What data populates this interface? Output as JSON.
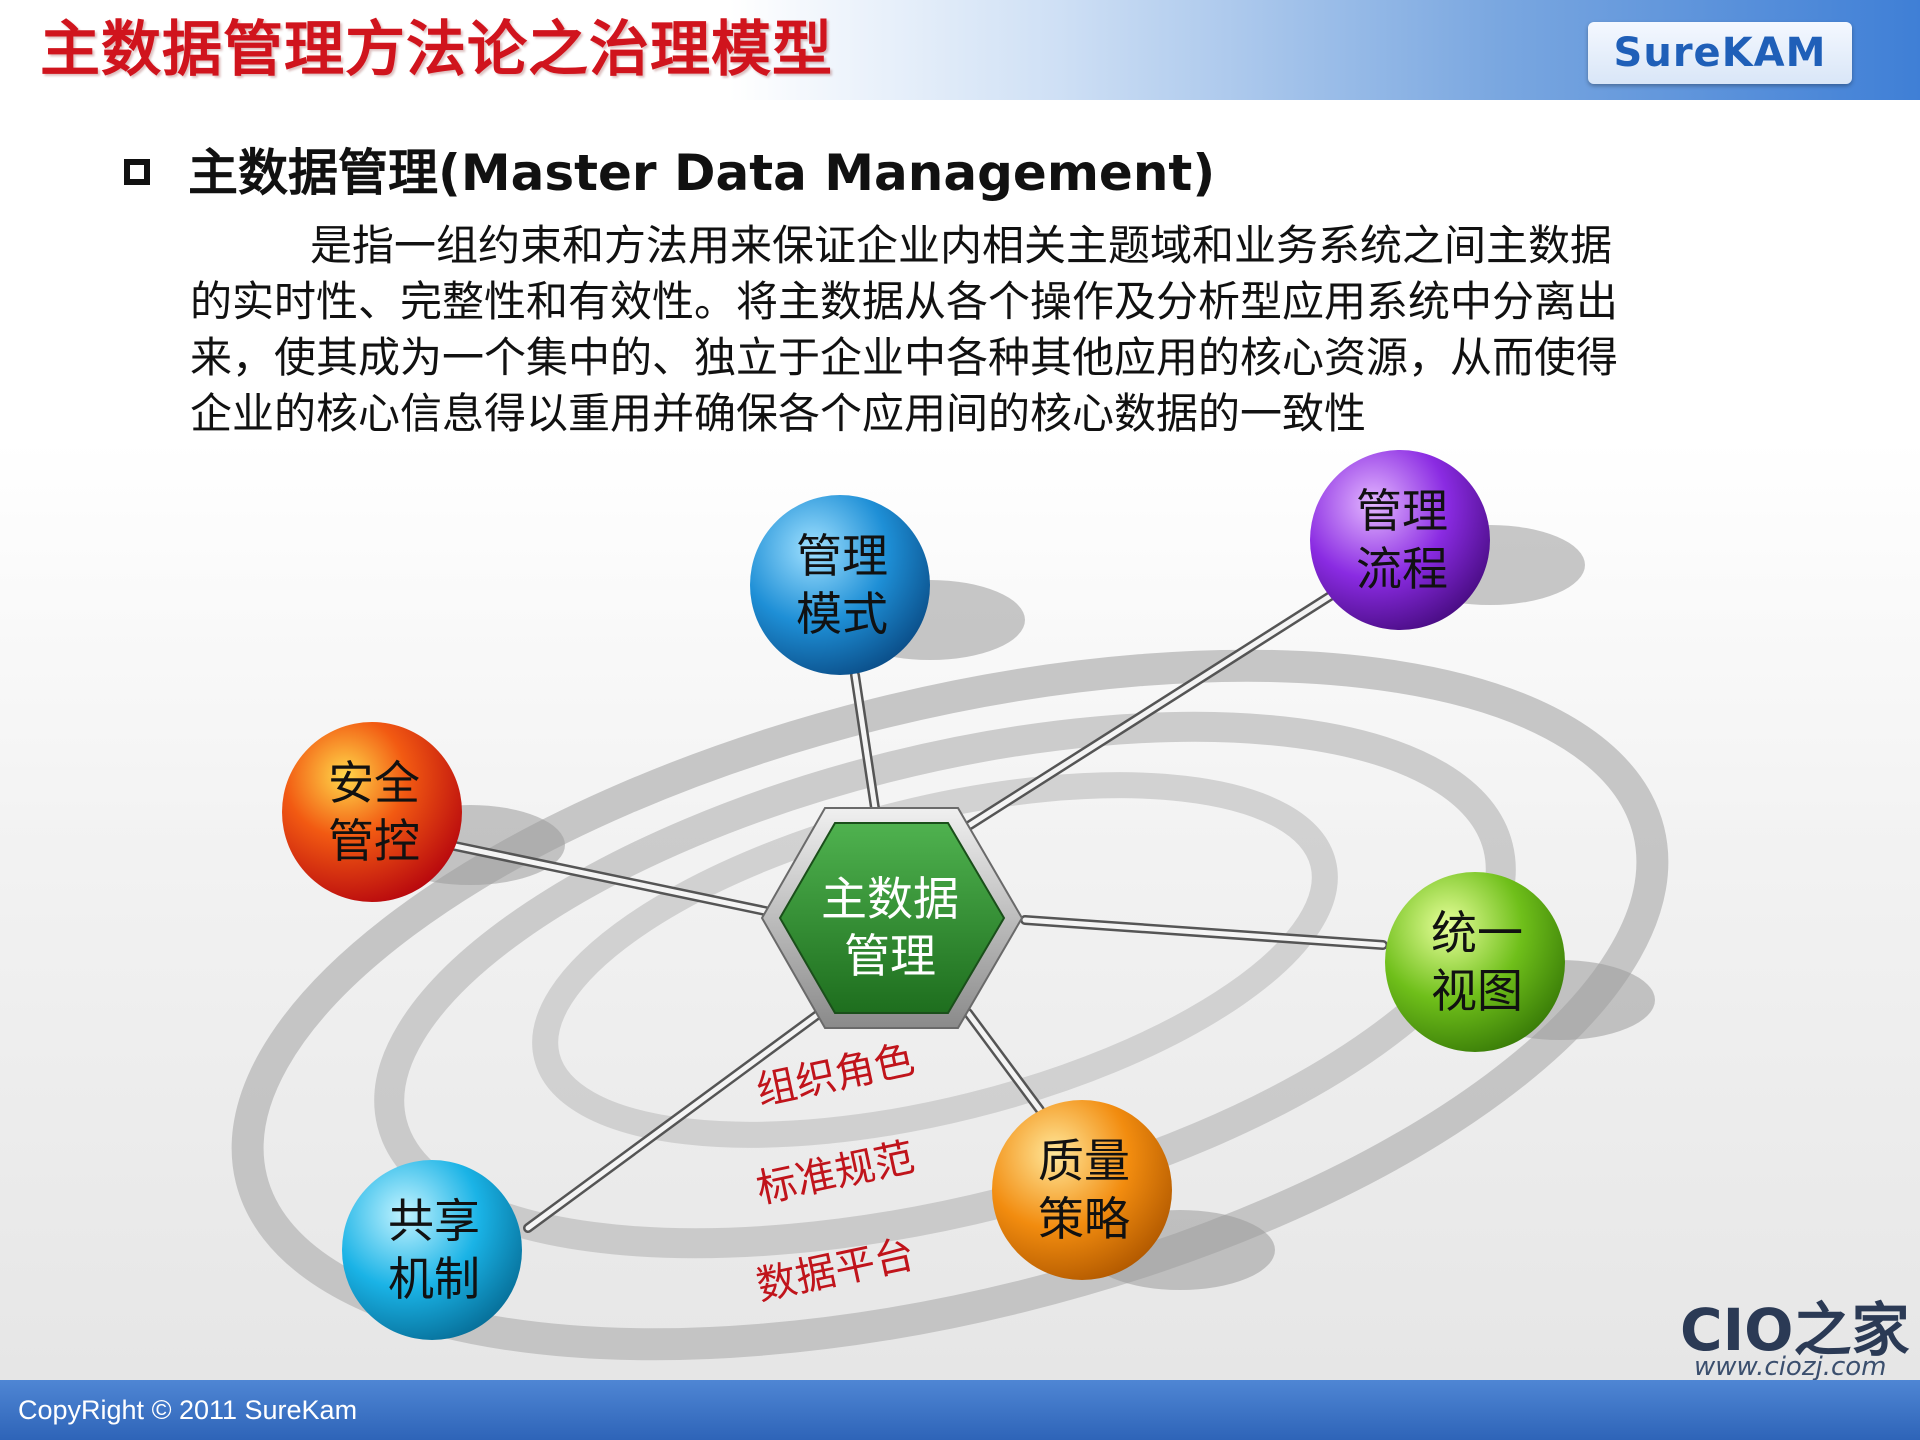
{
  "header": {
    "title": "主数据管理方法论之治理模型",
    "logo_text": "SureKAM"
  },
  "content": {
    "heading": "主数据管理(Master Data Management)",
    "paragraph_lines": [
      "是指一组约束和方法用来保证企业内相关主题域和业务系统之间主数据",
      "的实时性、完整性和有效性。将主数据从各个操作及分析型应用系统中分离出",
      "来，使其成为一个集中的、独立于企业中各种其他应用的核心资源，从而使得",
      "企业的核心信息得以重用并确保各个应用间的核心数据的一致性"
    ]
  },
  "diagram": {
    "center": {
      "line1": "主数据",
      "line2": "管理",
      "color": "#2e8b2e"
    },
    "nodes": [
      {
        "id": "guanli-moshi",
        "line1": "管理",
        "line2": "模式",
        "color": "#1e8fd6"
      },
      {
        "id": "guanli-liucheng",
        "line1": "管理",
        "line2": "流程",
        "color": "#8a2be2"
      },
      {
        "id": "anquan-guankong",
        "line1": "安全",
        "line2": "管控",
        "color": "#e8201a"
      },
      {
        "id": "tongyi-shitu",
        "line1": "统一",
        "line2": "视图",
        "color": "#6fbf1a"
      },
      {
        "id": "zhiliang-celue",
        "line1": "质量",
        "line2": "策略",
        "color": "#f28c0f"
      },
      {
        "id": "gongxiang-jizhi",
        "line1": "共享",
        "line2": "机制",
        "color": "#1ab3e6"
      }
    ],
    "ring_labels": [
      "组织角色",
      "标准规范",
      "数据平台"
    ],
    "ring_label_color": "#c0141b"
  },
  "watermark": {
    "brand": "CIO之家",
    "url": "www.ciozj.com"
  },
  "footer": {
    "copyright": "CopyRight © 2011 SureKam"
  }
}
